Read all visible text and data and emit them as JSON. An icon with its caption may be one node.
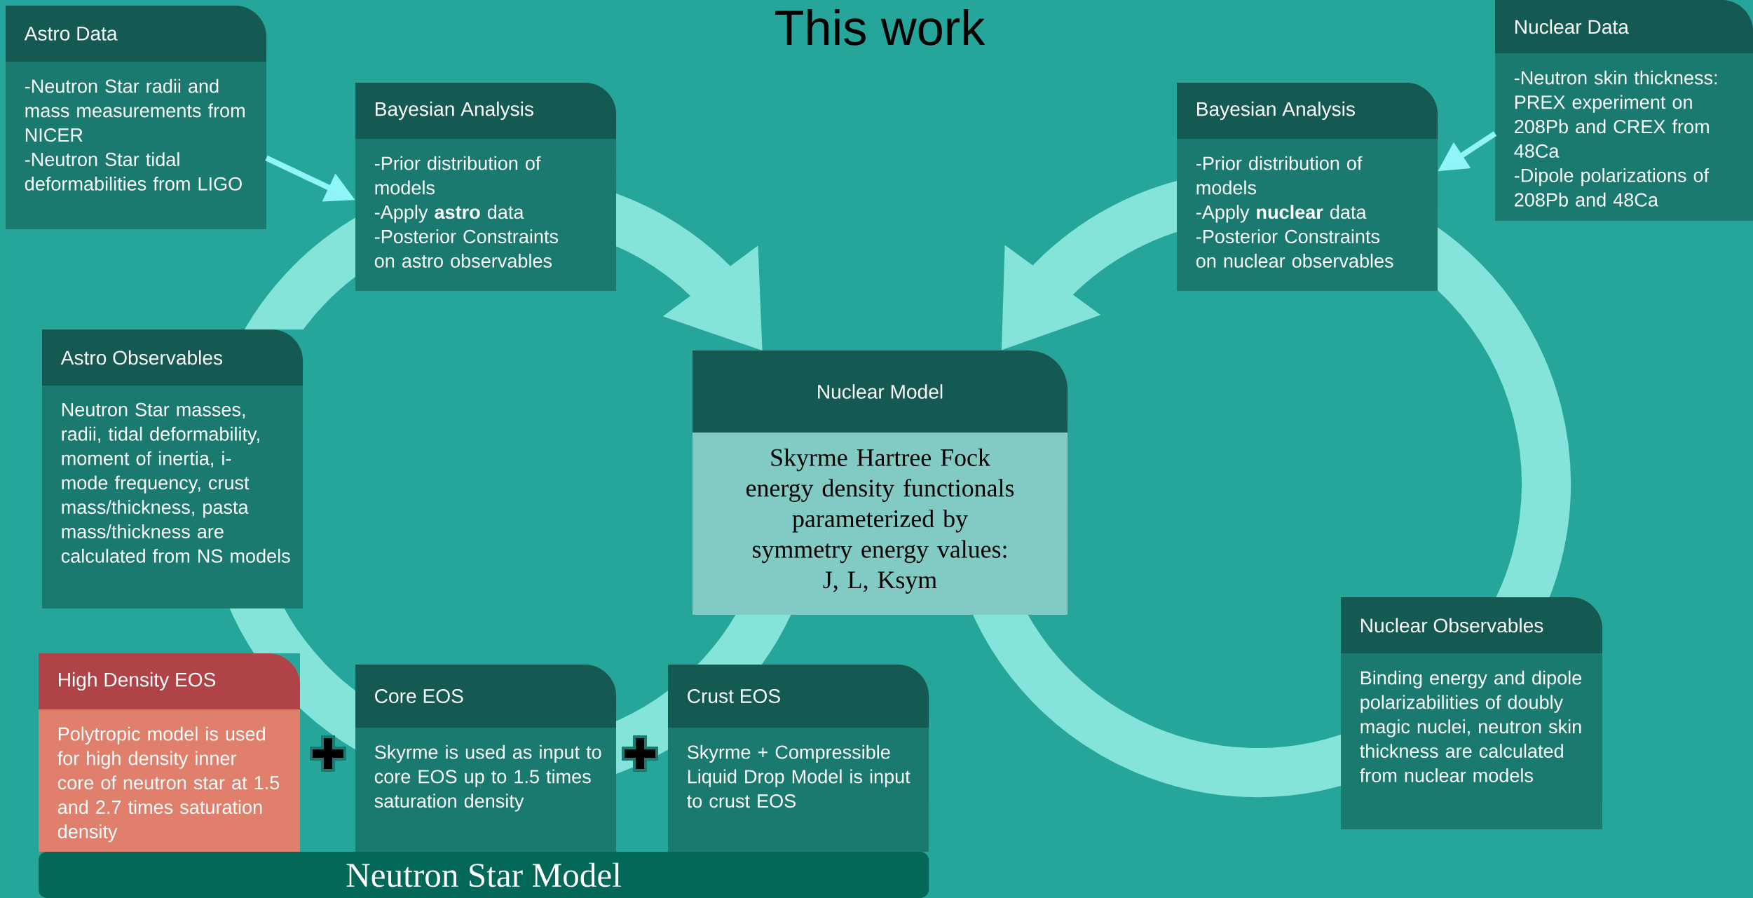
{
  "diagram": {
    "title": "This work",
    "nodes": [
      {
        "text": [
          "Astro Data",
          "-Neutron Star radii and mass measurements from NICER",
          "-Neutron Star tidal deformabilities from LIGO"
        ]
      },
      {
        "text": [
          "Bayesian Analysis",
          "-Prior distribution of models",
          "-Apply **astro** data",
          "-Posterior Constraints on astro observables"
        ]
      },
      {
        "text": [
          "Nuclear Model",
          "Skyrme Hartree Fock energy density functionals parameterized by symmetry energy values:",
          "J, L, Ksym"
        ]
      },
      {
        "text": [
          "Bayesian Analysis",
          "-Prior distribution of models",
          "-Apply **nuclear** data",
          "-Posterior Constraints on nuclear observables"
        ]
      },
      {
        "text": [
          "Nuclear Data",
          "-Neutron skin thickness: PREX experiment on 208Pb and CREX from 48Ca",
          "-Dipole polarizations of 208Pb and 48Ca"
        ]
      },
      {
        "text": [
          "Astro Observables",
          "Neutron Star masses, radii, tidal deformability, moment of inertia, i-mode frequency, crust mass/thickness, pasta mass/thickness are calculated from NS models"
        ]
      },
      {
        "text": [
          "Nuclear Observables",
          "Binding energy and dipole polarizabilities of doubly magic nuclei, neutron skin thickness are calculated from nuclear models"
        ]
      },
      {
        "text": [
          "High Density EOS",
          "Polytropic model is used for high density inner core of neutron star at 1.5 and 2.7 times saturation density"
        ]
      },
      {
        "text": [
          "Core EOS",
          "Skyrme is used as input to core EOS up to 1.5 times saturation density"
        ]
      },
      {
        "text": [
          "Crust EOS",
          "Skyrme + Compressible Liquid Drop Model is input to crust EOS"
        ]
      },
      {
        "text": [
          "Neutron Star Model"
        ]
      }
    ],
    "edges": [
      {
        "from": 0,
        "to": 1,
        "arrow": "to",
        "color": "#8ff5f8"
      },
      {
        "from": 4,
        "to": 3,
        "arrow": "to",
        "color": "#8ff5f8"
      },
      {
        "from": 1,
        "to": 2,
        "arrow": "to"
      },
      {
        "from": 2,
        "to": 9,
        "arrow": "none"
      },
      {
        "from": 9,
        "to": 8,
        "arrow": "none"
      },
      {
        "from": 8,
        "to": 7,
        "arrow": "none"
      },
      {
        "from": 7,
        "to": 5,
        "arrow": "none"
      },
      {
        "from": 5,
        "to": 1,
        "arrow": "none"
      },
      {
        "from": 3,
        "to": 2,
        "arrow": "to"
      },
      {
        "from": 2,
        "to": 6,
        "arrow": "none"
      },
      {
        "from": 6,
        "to": 3,
        "arrow": "none"
      }
    ]
  }
}
